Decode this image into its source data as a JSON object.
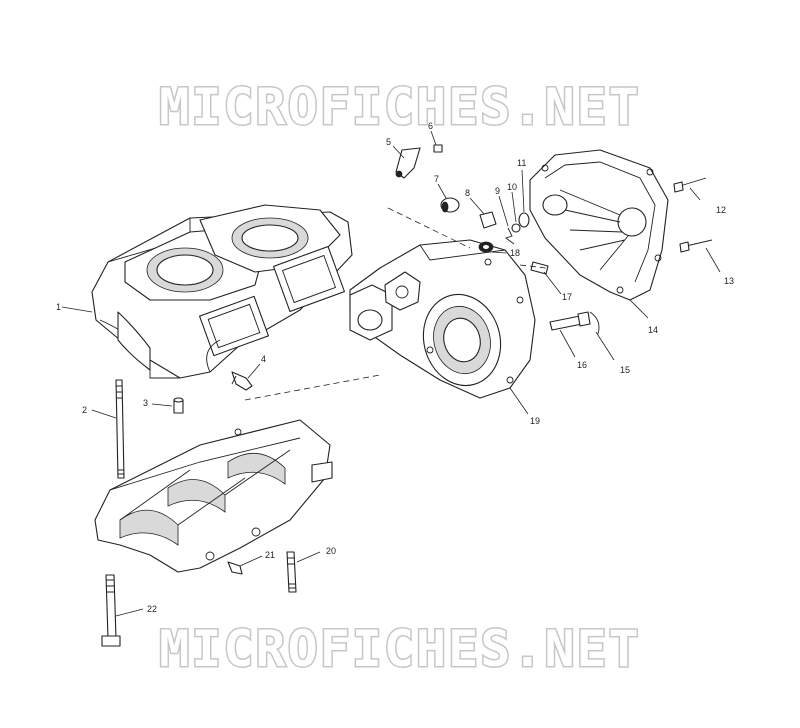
{
  "watermark_top": "MICROFICHES.NET",
  "watermark_bottom": "MICROFICHES.NET",
  "callouts": {
    "c1": "1",
    "c2": "2",
    "c3": "3",
    "c4": "4",
    "c5": "5",
    "c6": "6",
    "c7": "7",
    "c8": "8",
    "c9": "9",
    "c10": "10",
    "c11": "11",
    "c12": "12",
    "c13": "13",
    "c14": "14",
    "c15": "15",
    "c16": "16",
    "c17": "17",
    "c18": "18",
    "c19": "19",
    "c20": "20",
    "c21": "21",
    "c22": "22"
  },
  "icons": {
    "upper_crankcase": "upper-crankcase-drawing",
    "lower_crankcase": "lower-crankcase-drawing",
    "oil_pump_housing": "oil-pump-housing-drawing",
    "housing_cover": "housing-cover-drawing"
  }
}
